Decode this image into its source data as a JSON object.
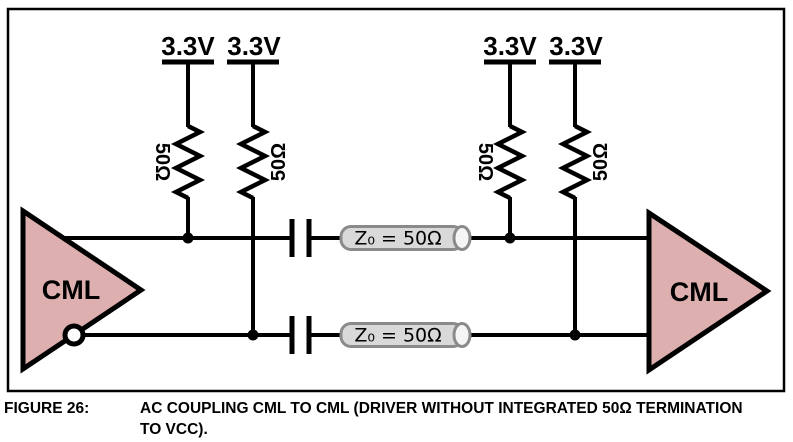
{
  "figure": {
    "label": "FIGURE 26:",
    "caption_line1": "AC COUPLING CML TO CML (DRIVER WITHOUT INTEGRATED 50Ω TERMINATION",
    "caption_line2": "TO VCC)."
  },
  "circuit": {
    "supplies": [
      {
        "label": "3.3V"
      },
      {
        "label": "3.3V"
      },
      {
        "label": "3.3V"
      },
      {
        "label": "3.3V"
      }
    ],
    "resistors": [
      {
        "label": "50Ω"
      },
      {
        "label": "50Ω"
      },
      {
        "label": "50Ω"
      },
      {
        "label": "50Ω"
      }
    ],
    "transmission_lines": [
      {
        "label": "Z₀ = 50Ω"
      },
      {
        "label": "Z₀ = 50Ω"
      }
    ],
    "drivers": {
      "left": "CML",
      "right": "CML"
    },
    "colors": {
      "driver_fill": "#ddafaf",
      "tline_fill": "#d9d9d9",
      "tline_stroke": "#8a8a8a",
      "tline_endcap_fill": "#f5f5f5",
      "wire": "#000000"
    }
  }
}
